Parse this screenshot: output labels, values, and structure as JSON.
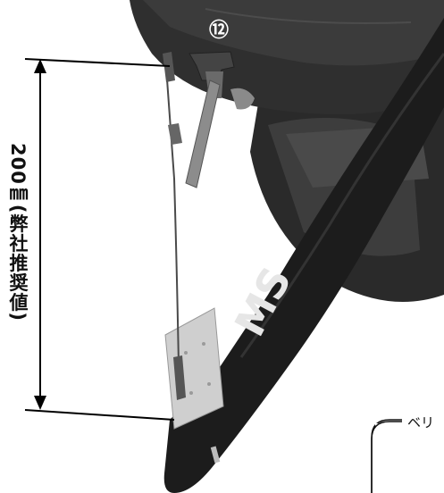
{
  "measurement": {
    "label": "200㎜(弊社推奨値)"
  },
  "callout": {
    "number": "⑫"
  },
  "note": {
    "text": "ベリ"
  },
  "logo": {
    "text": "MS"
  },
  "colors": {
    "background": "#ffffff",
    "body_dark": "#2b2b2b",
    "mudflap": "#1c1c1c",
    "plate": "#cfcfcf",
    "line": "#000000"
  }
}
